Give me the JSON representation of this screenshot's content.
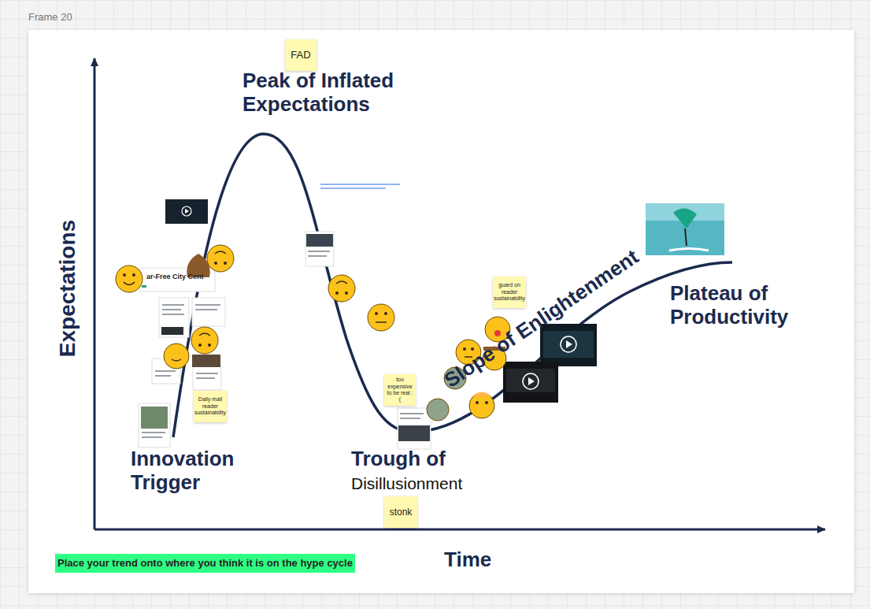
{
  "diagram": {
    "nodes": [
      {
        "text": [
          "FAD"
        ]
      },
      {
        "text": [
          "Daily mail reader sustainability"
        ]
      },
      {
        "text": [
          "too expensive to be real :("
        ]
      },
      {
        "text": [
          "guard on reader sustainability"
        ]
      },
      {
        "text": [
          "stonk"
        ]
      },
      {
        "text": [
          "Place your trend onto where you think it is on the hype cycle"
        ]
      }
    ],
    "labels": [
      "Frame 20",
      "Peak of Inflated Expectations",
      "Innovation Trigger",
      "Trough of",
      "Disillusionment",
      "Slope of Enlightenment",
      "Plateau of Productivity",
      "Expectations",
      "Time",
      "ar-Free City Cent"
    ]
  }
}
